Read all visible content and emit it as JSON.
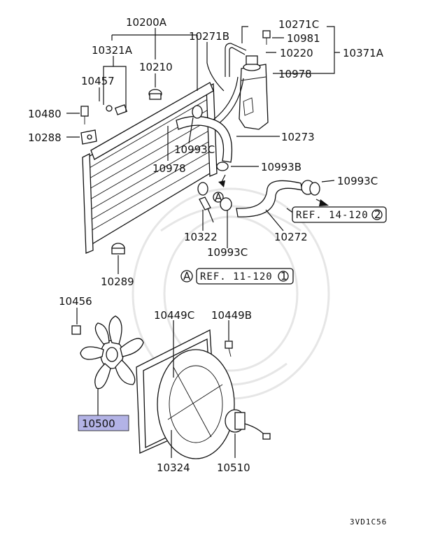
{
  "labels": {
    "p10200A": "10200A",
    "p10321A": "10321A",
    "p10210": "10210",
    "p10457": "10457",
    "p10480": "10480",
    "p10288": "10288",
    "p10978a": "10978",
    "p10993Ca": "10993C",
    "p10271B": "10271B",
    "p10271C": "10271C",
    "p10981": "10981",
    "p10220": "10220",
    "p10371A": "10371A",
    "p10978b": "10978",
    "p10273": "10273",
    "p10993B": "10993B",
    "p10993Cb": "10993C",
    "p10322": "10322",
    "p10993Cc": "10993C",
    "p10272": "10272",
    "p10289": "10289",
    "p10456": "10456",
    "p10449C": "10449C",
    "p10449B": "10449B",
    "p10500": "10500",
    "p10324": "10324",
    "p10510": "10510"
  },
  "refs": {
    "ref1_marker": "A",
    "ref1_text": "REF. 11-120",
    "ref1_num": "1",
    "ref2_text": "REF. 14-120",
    "ref2_num": "2",
    "pipe_marker": "A"
  },
  "highlight_color": "#b3b3e6",
  "diagram_code": "3VD1C56"
}
